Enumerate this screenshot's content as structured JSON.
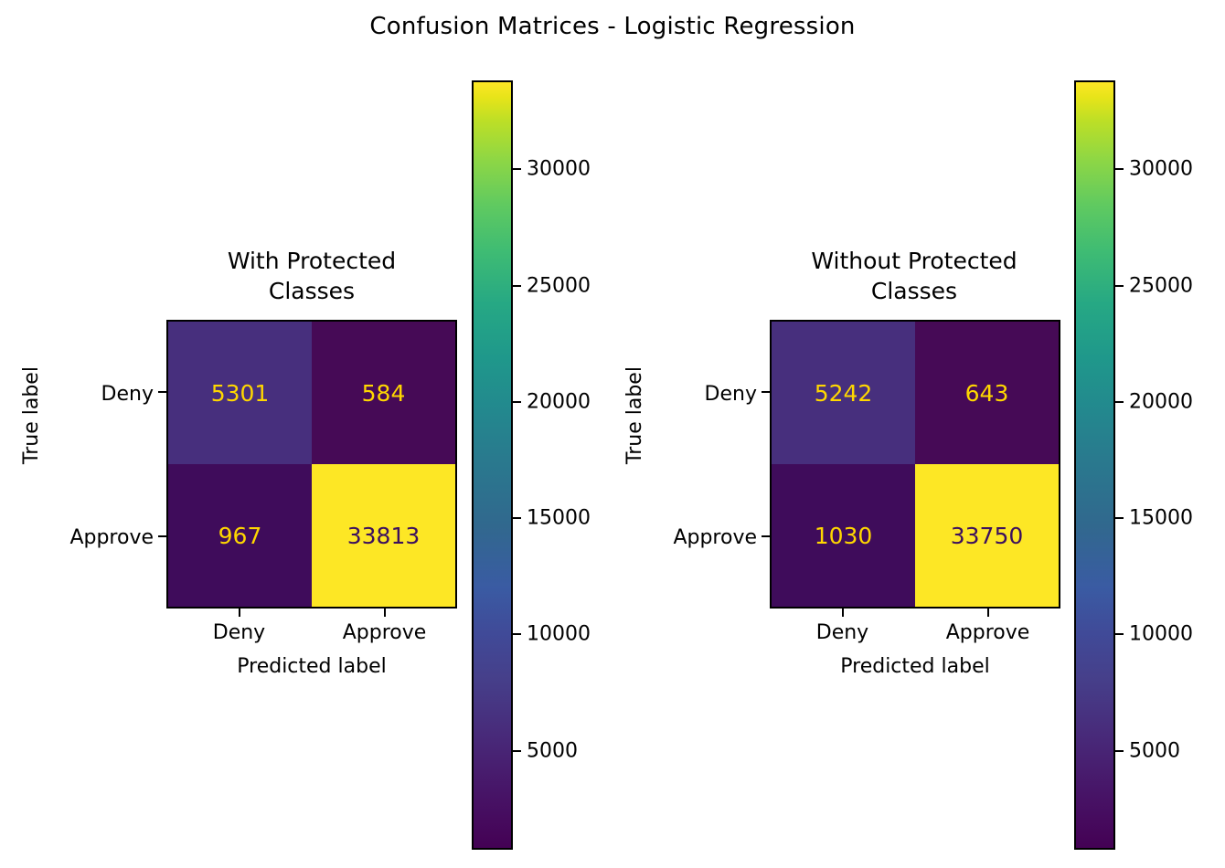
{
  "figure": {
    "title": "Confusion Matrices - Logistic Regression"
  },
  "chart_data": {
    "type": "heatmap",
    "title": "Confusion Matrices - Logistic Regression",
    "colormap": "viridis",
    "grid": false,
    "legend_position": "right-of-each-panel",
    "shared_color_scale": true,
    "color_scale_range": [
      584,
      33813
    ],
    "colorbar_ticks": [
      5000,
      10000,
      15000,
      20000,
      25000,
      30000
    ],
    "colorbar_tick_labels": [
      "5000",
      "10000",
      "15000",
      "20000",
      "25000",
      "30000"
    ],
    "panels": [
      {
        "title": "With Protected\nClasses",
        "title_line1": "With Protected",
        "title_line2": "Classes",
        "xlabel": "Predicted label",
        "ylabel": "True label",
        "xticklabels": [
          "Deny",
          "Approve"
        ],
        "yticklabels": [
          "Deny",
          "Approve"
        ],
        "matrix": [
          [
            5301,
            584
          ],
          [
            967,
            33813
          ]
        ],
        "cells": [
          {
            "row": "Deny",
            "col": "Deny",
            "value": "5301",
            "bg": "#472f7d",
            "fg": "#ffd700"
          },
          {
            "row": "Deny",
            "col": "Approve",
            "value": "584",
            "bg": "#460a56",
            "fg": "#ffd700"
          },
          {
            "row": "Approve",
            "col": "Deny",
            "value": "967",
            "bg": "#3f0c5b",
            "fg": "#ffd700"
          },
          {
            "row": "Approve",
            "col": "Approve",
            "value": "33813",
            "bg": "#fde725",
            "fg": "#3b0f5e"
          }
        ]
      },
      {
        "title": "Without Protected\nClasses",
        "title_line1": "Without Protected",
        "title_line2": "Classes",
        "xlabel": "Predicted label",
        "ylabel": "True label",
        "xticklabels": [
          "Deny",
          "Approve"
        ],
        "yticklabels": [
          "Deny",
          "Approve"
        ],
        "matrix": [
          [
            5242,
            643
          ],
          [
            1030,
            33750
          ]
        ],
        "cells": [
          {
            "row": "Deny",
            "col": "Deny",
            "value": "5242",
            "bg": "#472f7d",
            "fg": "#ffd700"
          },
          {
            "row": "Deny",
            "col": "Approve",
            "value": "643",
            "bg": "#460a56",
            "fg": "#ffd700"
          },
          {
            "row": "Approve",
            "col": "Deny",
            "value": "1030",
            "bg": "#3f0c5b",
            "fg": "#ffd700"
          },
          {
            "row": "Approve",
            "col": "Approve",
            "value": "33750",
            "bg": "#fde725",
            "fg": "#3b0f5e"
          }
        ]
      }
    ]
  }
}
